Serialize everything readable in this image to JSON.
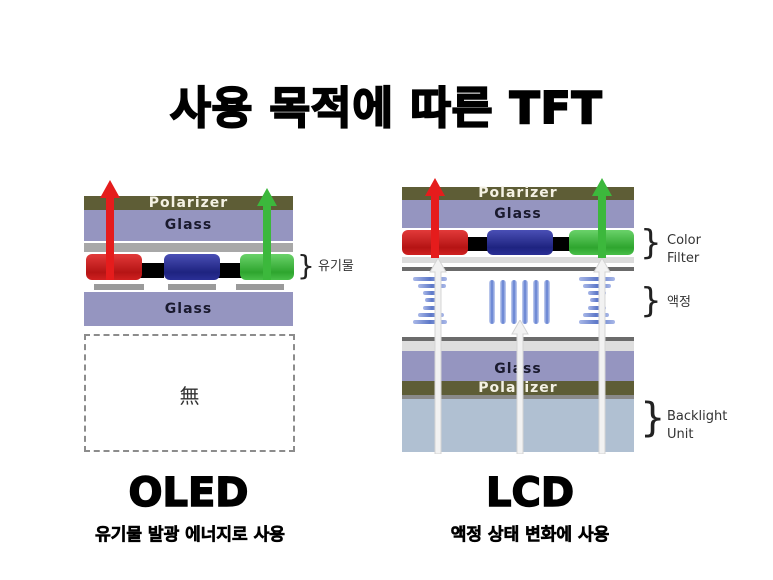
{
  "title": "사용 목적에 따른 TFT",
  "oled": {
    "layers": {
      "polarizer": "Polarizer",
      "glass_top": "Glass",
      "glass_bottom": "Glass"
    },
    "organic_label": "유기물",
    "backlight_absent": "無",
    "name": "OLED",
    "caption": "유기물 발광 에너지로 사용"
  },
  "lcd": {
    "layers": {
      "polarizer_top": "Polarizer",
      "glass_top": "Glass",
      "glass_bottom": "Glass",
      "polarizer_bottom": "Polarizer"
    },
    "labels": {
      "color_filter": "Color\nFilter",
      "liquid_crystal": "액정",
      "backlight": "Backlight\nUnit"
    },
    "name": "LCD",
    "caption": "액정 상태 변화에 사용"
  },
  "colors": {
    "polarizer": "#5e5d36",
    "glass": "#9595c0",
    "red": "#d42020",
    "blue": "#262b8c",
    "green": "#3cb83c",
    "backlight": "#b0c0d2"
  }
}
